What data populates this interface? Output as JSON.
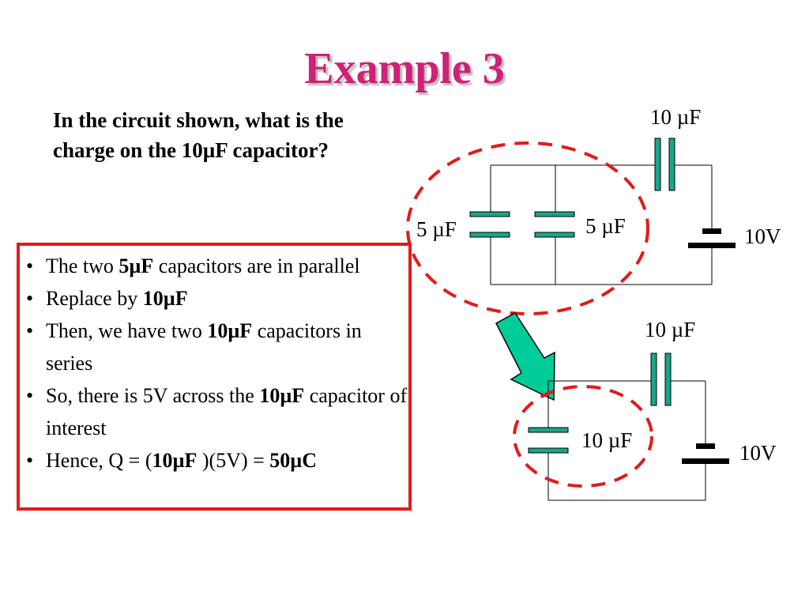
{
  "title": "Example 3",
  "question": "In the circuit shown, what is the charge on the 10µF capacitor?",
  "bullets": [
    {
      "parts": [
        {
          "t": "The two "
        },
        {
          "t": "5µF",
          "b": true
        },
        {
          "t": " capacitors are in parallel"
        }
      ]
    },
    {
      "parts": [
        {
          "t": "Replace by "
        },
        {
          "t": "10µF",
          "b": true
        }
      ]
    },
    {
      "parts": [
        {
          "t": "Then, we have two "
        },
        {
          "t": "10µF",
          "b": true
        },
        {
          "t": " capacitors in series"
        }
      ]
    },
    {
      "parts": [
        {
          "t": "So, there is 5V across the "
        },
        {
          "t": "10µF",
          "b": true
        },
        {
          "t": " capacitor of interest"
        }
      ]
    },
    {
      "parts": [
        {
          "t": "Hence, Q = ("
        },
        {
          "t": "10µF",
          "b": true
        },
        {
          "t": " )(5V) = "
        },
        {
          "t": "50µC",
          "b": true
        }
      ]
    }
  ],
  "circuit_top": {
    "series_cap_label": "10 µF",
    "left_cap_label": "5 µF",
    "right_cap_label": "5 µF",
    "battery_label": "10V"
  },
  "circuit_bottom": {
    "series_cap_label": "10 µF",
    "equiv_cap_label": "10 µF",
    "battery_label": "10V"
  },
  "colors": {
    "title": "#cc2277",
    "capacitor": "#1aa58a",
    "highlight": "#e31a1a",
    "arrow": "#00cc99"
  }
}
